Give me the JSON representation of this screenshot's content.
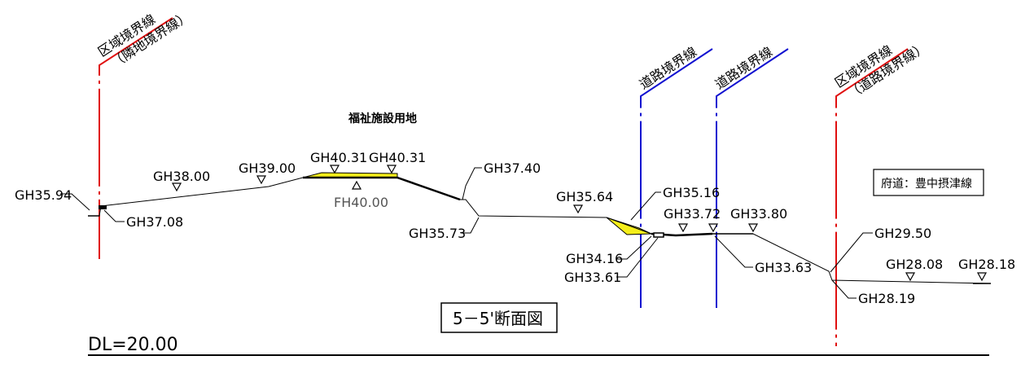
{
  "colors": {
    "ground_line": "#000000",
    "area_boundary": "#e01010",
    "road_boundary": "#1010d0",
    "cut_fill_area": "#f5ee1a"
  },
  "boundaries": {
    "area_left": {
      "title": "区域境界線",
      "sub": "（隣地境界線）"
    },
    "road_1": {
      "title": "道路境界線"
    },
    "road_2": {
      "title": "道路境界線"
    },
    "area_right": {
      "title": "区域境界線",
      "sub": "（道路境界線）"
    }
  },
  "site_label": "福祉施設用地",
  "road_name": "府道：豊中摂津線",
  "section_title": "5－5'断面図",
  "datum": "DL=20.00",
  "elevations": {
    "gh3594": "GH35.94",
    "gh3708": "GH37.08",
    "gh3800": "GH38.00",
    "gh3900": "GH39.00",
    "gh4031a": "GH40.31",
    "gh4031b": "GH40.31",
    "fh4000": "FH40.00",
    "gh3740": "GH37.40",
    "gh3573": "GH35.73",
    "gh3564": "GH35.64",
    "gh3516": "GH35.16",
    "gh3372": "GH33.72",
    "gh3380": "GH33.80",
    "gh3416": "GH34.16",
    "gh3361": "GH33.61",
    "gh3363": "GH33.63",
    "gh2950": "GH29.50",
    "gh2808": "GH28.08",
    "gh2818": "GH28.18",
    "gh2819": "GH28.19"
  }
}
